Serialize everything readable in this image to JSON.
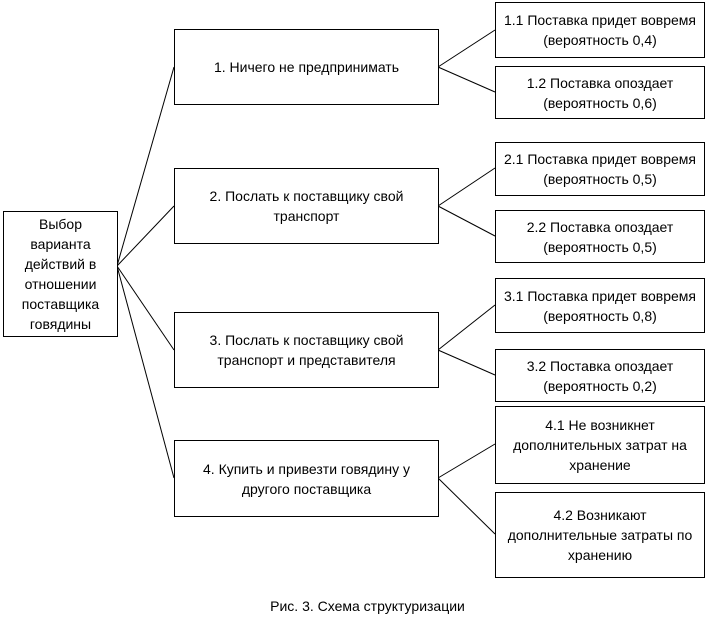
{
  "root": "Выбор варианта действий в отношении поставщика говядины",
  "options": [
    {
      "label": "1. Ничего не предпринимать",
      "outcomes": [
        "1.1 Поставка придет вовремя (вероятность 0,4)",
        "1.2 Поставка опоздает (вероятность 0,6)"
      ]
    },
    {
      "label": "2.  Послать к поставщику свой транспорт",
      "outcomes": [
        "2.1 Поставка придет вовремя (вероятность 0,5)",
        "2.2  Поставка опоздает (вероятность 0,5)"
      ]
    },
    {
      "label": "3. Послать к поставщику свой транспорт и представителя",
      "outcomes": [
        "3.1 Поставка придет вовремя (вероятность 0,8)",
        "3.2  Поставка опоздает (вероятность 0,2)"
      ]
    },
    {
      "label": "4. Купить и привезти говядину у другого поставщика",
      "outcomes": [
        "4.1 Не возникнет дополнительных затрат на хранение",
        "4.2 Возникают дополнительные затраты по хранению"
      ]
    }
  ],
  "caption": "Рис. 3. Схема структуризации"
}
